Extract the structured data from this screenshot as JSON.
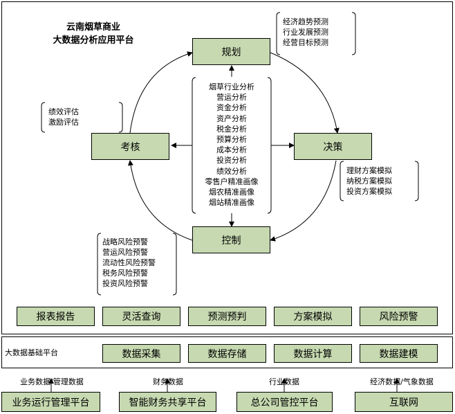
{
  "title": {
    "line1": "云南烟草商业",
    "line2": "大数据分析应用平台"
  },
  "cycle": {
    "plan": "规划",
    "decide": "决策",
    "control": "控制",
    "assess": "考核"
  },
  "plan_notes": [
    "经济趋势预测",
    "行业发展预测",
    "经营目标预测"
  ],
  "assess_notes": [
    "绩效评估",
    "激励评估"
  ],
  "decide_notes": [
    "理财方案模拟",
    "纳税方案模拟",
    "投资方案模拟"
  ],
  "control_notes": [
    "战略风险预警",
    "营运风险预警",
    "流动性风险预警",
    "税务风险预警",
    "投资风险预警"
  ],
  "analysis_items": [
    "烟草行业分析",
    "营运分析",
    "资金分析",
    "资产分析",
    "税金分析",
    "预算分析",
    "成本分析",
    "投资分析",
    "绩效分析",
    "零售户精准画像",
    "烟农精准画像",
    "烟站精准画像"
  ],
  "functions": [
    "报表报告",
    "灵活查询",
    "预测预判",
    "方案模拟",
    "风险预警"
  ],
  "bigdata": {
    "label": "大数据基础平台",
    "items": [
      "数据采集",
      "数据存储",
      "数据计算",
      "数据建模"
    ]
  },
  "sources": [
    {
      "label": "业务数据/管理数据",
      "platform": "业务运行管理平台"
    },
    {
      "label": "财务数据",
      "platform": "智能财务共享平台"
    },
    {
      "label": "行业数据",
      "platform": "总公司管控平台"
    },
    {
      "label": "经济数据/气象数据",
      "platform": "互联网"
    }
  ],
  "colors": {
    "box_fill": "#c6d9b0",
    "line": "#000000"
  }
}
